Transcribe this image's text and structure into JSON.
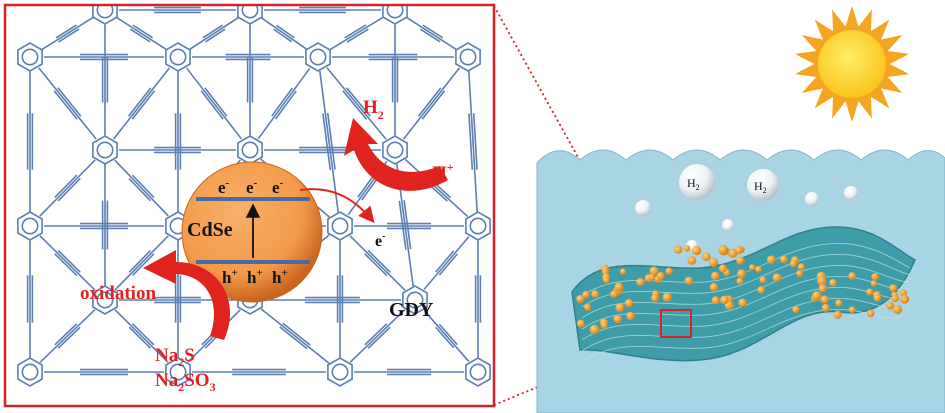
{
  "labels": {
    "cdse": "CdSe",
    "gdy": "GDY",
    "oxidation": "oxidation",
    "h2_main": "H",
    "h2_sub": "2",
    "hplus_main": "H",
    "hplus_sup": "+",
    "electron_out_main": "e",
    "electron_out_sup": "-",
    "electron_sym": "e",
    "electron_sup": "-",
    "hole_sym": "h",
    "hole_sup": "+",
    "na2s_a": "Na",
    "na2s_b": "2",
    "na2s_c": "S",
    "na2so3_a": "Na",
    "na2so3_b": "2",
    "na2so3_c": "SO",
    "na2so3_d": "3",
    "bubble_h": "H",
    "bubble_sub": "2"
  },
  "colors": {
    "frame_red": "#d6202a",
    "arrow_red": "#e0231e",
    "lattice_blue": "#5b7fb2",
    "cdse_orange": "#f39a4a",
    "water_blue": "#a8d4e3",
    "sun_yellow": "#f7d11f",
    "sun_ray": "#f5a524",
    "particle_orange": "#f2a033",
    "sheet_teal": "#3a9aa6"
  },
  "icons": {
    "sun": "sun-icon",
    "arrow": "curved-arrow-icon"
  }
}
